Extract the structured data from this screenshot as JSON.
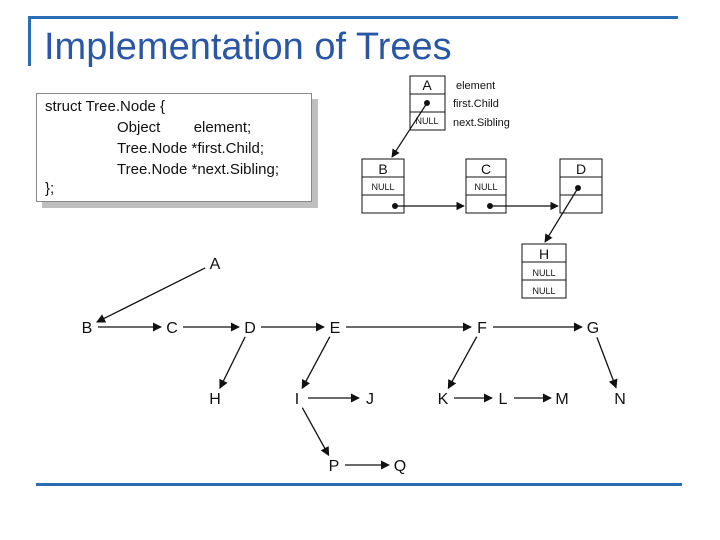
{
  "slide": {
    "title": "Implementation of Trees"
  },
  "code": {
    "lines": [
      "struct Tree.Node {",
      "Object        element;",
      "Tree.Node *first.Child;",
      "Tree.Node *next.Sibling;",
      "};"
    ]
  },
  "struct_diagram": {
    "node_a_label": "A",
    "null_label": "NULL",
    "field_labels": [
      "element",
      "first.Child",
      "next.Sibling"
    ],
    "node_b_label": "B",
    "node_c_label": "C",
    "node_d_label": "D",
    "node_h_label": "H"
  },
  "tree": {
    "nodes": [
      "A",
      "B",
      "C",
      "D",
      "E",
      "F",
      "G",
      "H",
      "I",
      "J",
      "K",
      "L",
      "M",
      "N",
      "P",
      "Q"
    ],
    "edges": [
      [
        "A",
        "B"
      ],
      [
        "B",
        "C"
      ],
      [
        "C",
        "D"
      ],
      [
        "D",
        "E"
      ],
      [
        "E",
        "F"
      ],
      [
        "F",
        "G"
      ],
      [
        "D",
        "H"
      ],
      [
        "E",
        "I"
      ],
      [
        "I",
        "J"
      ],
      [
        "I",
        "P"
      ],
      [
        "P",
        "Q"
      ],
      [
        "F",
        "K"
      ],
      [
        "K",
        "L"
      ],
      [
        "L",
        "M"
      ],
      [
        "G",
        "N"
      ]
    ]
  }
}
